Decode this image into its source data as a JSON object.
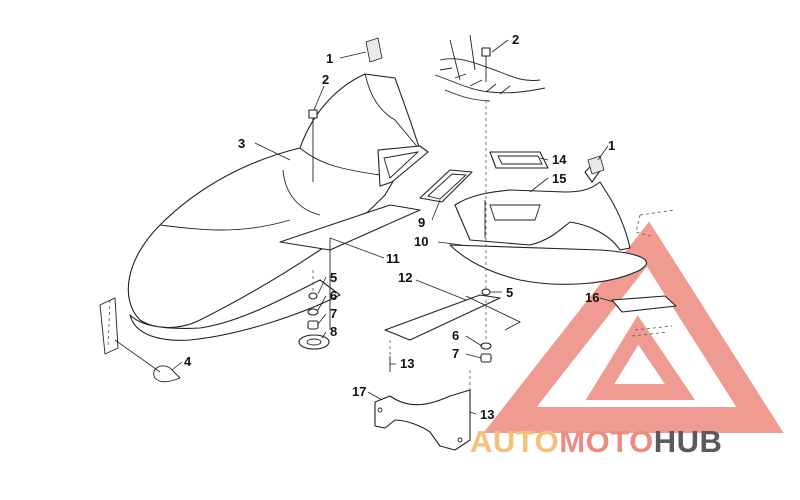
{
  "watermark": {
    "brand_part1": "AUTO",
    "brand_part2": "MOTO",
    "brand_part3": "HUB",
    "color_part1": "#f3c27a",
    "color_part2": "#ee8a80",
    "color_part3": "#5b5b5b",
    "logo_color": "#ee8a80"
  },
  "diagram": {
    "line_color": "#222222",
    "callouts": [
      {
        "id": "c1a",
        "label": "1"
      },
      {
        "id": "c2a",
        "label": "2"
      },
      {
        "id": "c2b",
        "label": "2"
      },
      {
        "id": "c3",
        "label": "3"
      },
      {
        "id": "c1b",
        "label": "1"
      },
      {
        "id": "c14",
        "label": "14"
      },
      {
        "id": "c15",
        "label": "15"
      },
      {
        "id": "c9",
        "label": "9"
      },
      {
        "id": "c10",
        "label": "10"
      },
      {
        "id": "c11",
        "label": "11"
      },
      {
        "id": "c12",
        "label": "12"
      },
      {
        "id": "c5a",
        "label": "5"
      },
      {
        "id": "c6a",
        "label": "6"
      },
      {
        "id": "c7a",
        "label": "7"
      },
      {
        "id": "c8",
        "label": "8"
      },
      {
        "id": "c5b",
        "label": "5"
      },
      {
        "id": "c16",
        "label": "16"
      },
      {
        "id": "c6b",
        "label": "6"
      },
      {
        "id": "c7b",
        "label": "7"
      },
      {
        "id": "c4",
        "label": "4"
      },
      {
        "id": "c13a",
        "label": "13"
      },
      {
        "id": "c17",
        "label": "17"
      },
      {
        "id": "c13b",
        "label": "13"
      }
    ]
  }
}
